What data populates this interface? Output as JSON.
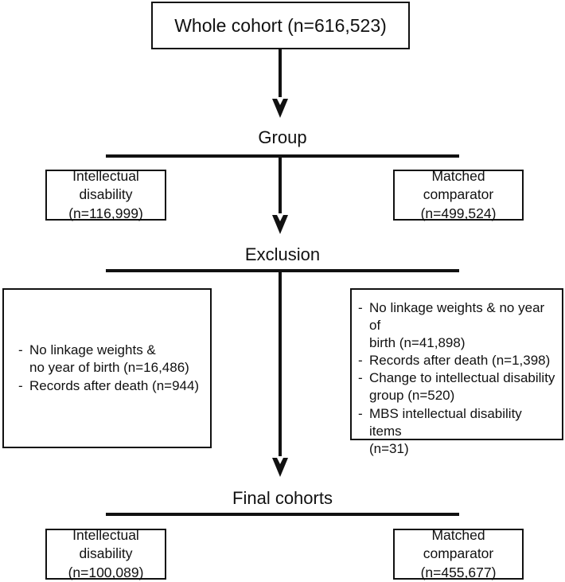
{
  "top": {
    "whole_cohort": "Whole cohort (n=616,523)"
  },
  "group": {
    "heading": "Group",
    "left_line1": "Intellectual disability",
    "left_line2": "(n=116,999)",
    "right_line1": "Matched comparator",
    "right_line2": "(n=499,524)"
  },
  "exclusion": {
    "heading": "Exclusion",
    "left_items": [
      "No linkage weights &\nno year of birth (n=16,486)",
      "Records after death (n=944)"
    ],
    "right_items": [
      "No linkage weights & no year of\nbirth (n=41,898)",
      "Records after death (n=1,398)",
      "Change to intellectual disability\ngroup (n=520)",
      "MBS intellectual disability items\n(n=31)"
    ]
  },
  "final": {
    "heading": "Final cohorts",
    "left_line1": "Intellectual disability",
    "left_line2": "(n=100,089)",
    "right_line1": "Matched comparator",
    "right_line2": "(n=455,677)"
  }
}
